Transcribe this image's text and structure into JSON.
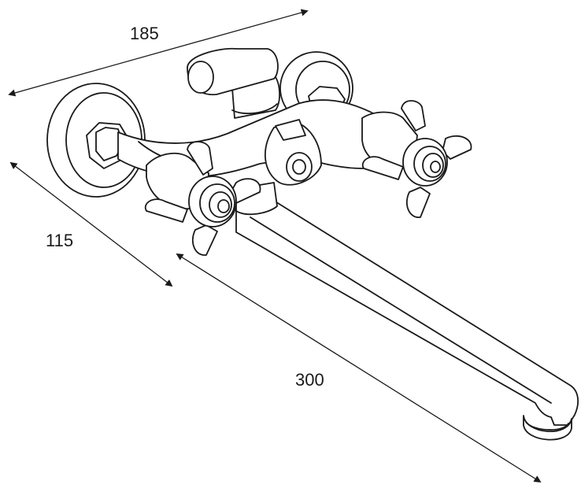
{
  "dimensions": {
    "width_label": "185",
    "depth_label": "115",
    "spout_length_label": "300"
  },
  "colors": {
    "line": "#1a1a1a",
    "fill": "#ffffff"
  }
}
